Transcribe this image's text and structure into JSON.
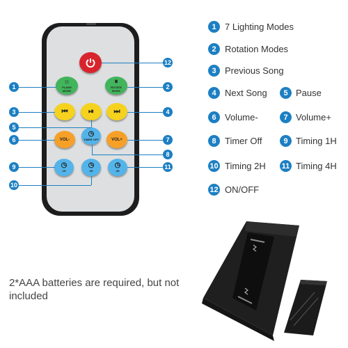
{
  "remote": {
    "power_icon": "power-icon",
    "buttons": {
      "flash_mode": {
        "glyph": "☼",
        "sub": "FLASH\nMODE"
      },
      "rotate_mode": {
        "glyph": "⏸",
        "sub": "ROTATE\nMODE"
      },
      "prev": {
        "glyph": "⏮"
      },
      "play_pause": {
        "glyph": "⏯"
      },
      "next": {
        "glyph": "⏭"
      },
      "vol_minus": {
        "label": "VOL-"
      },
      "timer_off": {
        "glyph": "◷",
        "sub": "TIMER OFF"
      },
      "vol_plus": {
        "label": "VOL+"
      },
      "timer_1h": {
        "glyph": "◷",
        "sub": "1H"
      },
      "timer_2h": {
        "glyph": "◷",
        "sub": "2H"
      },
      "timer_4h": {
        "glyph": "◷",
        "sub": "4H"
      }
    }
  },
  "callouts": [
    "1",
    "2",
    "3",
    "4",
    "5",
    "6",
    "7",
    "8",
    "9",
    "10",
    "11",
    "12"
  ],
  "legend": [
    {
      "num": "1",
      "text": "7 Lighting Modes"
    },
    {
      "num": "2",
      "text": "Rotation Modes"
    },
    {
      "num": "3",
      "text": "Previous Song"
    },
    {
      "num": "4",
      "text": "Next Song"
    },
    {
      "num": "5",
      "text": "Pause"
    },
    {
      "num": "6",
      "text": "Volume-"
    },
    {
      "num": "7",
      "text": "Volume+"
    },
    {
      "num": "8",
      "text": "Timer Off"
    },
    {
      "num": "9",
      "text": "Timing 1H"
    },
    {
      "num": "10",
      "text": "Timing 2H"
    },
    {
      "num": "11",
      "text": "Timing 4H"
    },
    {
      "num": "12",
      "text": "ON/OFF"
    }
  ],
  "battery_note": "2*AAA batteries are required, but not included",
  "colors": {
    "accent": "#1c7fc3",
    "power": "#d8242c",
    "green": "#42b45c",
    "yellow": "#f5d21d",
    "orange": "#f6a028",
    "blue": "#54b4ea"
  }
}
